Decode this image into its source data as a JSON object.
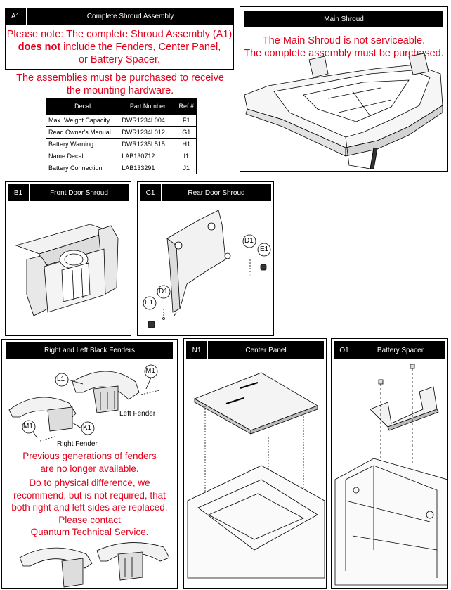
{
  "a1": {
    "id": "A1",
    "title": "Complete Shroud Assembly",
    "note_line1": "Please note: The complete Shroud Assembly (A1)",
    "note_bold": "does not",
    "note_line2_rest": " include the Fenders, Center Panel,",
    "note_line3": "or Battery Spacer."
  },
  "hardware_note": {
    "line1": "The assemblies must be purchased to receive",
    "line2": "the mounting hardware."
  },
  "decal_table": {
    "headers": [
      "Decal",
      "Part Number",
      "Ref #"
    ],
    "rows": [
      [
        "Max. Weight Capacity",
        "DWR1234L004",
        "F1"
      ],
      [
        "Read Owner's Manual",
        "DWR1234L012",
        "G1"
      ],
      [
        "Battery Warning",
        "DWR1235L515",
        "H1"
      ],
      [
        "Name Decal",
        "LAB130712",
        "I1"
      ],
      [
        "Battery Connection",
        "LAB133291",
        "J1"
      ]
    ]
  },
  "main_shroud": {
    "title": "Main Shroud",
    "line1": "The Main Shroud is not serviceable.",
    "line2": "The complete assembly must be purchased."
  },
  "b1": {
    "id": "B1",
    "title": "Front Door Shroud"
  },
  "c1": {
    "id": "C1",
    "title": "Rear Door Shroud",
    "callouts": [
      "D1",
      "E1",
      "D1",
      "E1"
    ]
  },
  "fenders": {
    "title": "Right and Left Black Fenders",
    "callouts": [
      "L1",
      "M1",
      "M1",
      "K1"
    ],
    "left_label": "Left Fender",
    "right_label": "Right Fender",
    "note": [
      "Previous generations of fenders",
      "are no longer available.",
      "Do to physical difference, we",
      "recommend, but is not required, that",
      "both right and left sides are replaced.",
      "Please contact",
      "Quantum Technical Service."
    ]
  },
  "n1": {
    "id": "N1",
    "title": "Center Panel"
  },
  "o1": {
    "id": "O1",
    "title": "Battery Spacer"
  },
  "colors": {
    "warning_red": "#e4001b",
    "header_black": "#000000"
  }
}
